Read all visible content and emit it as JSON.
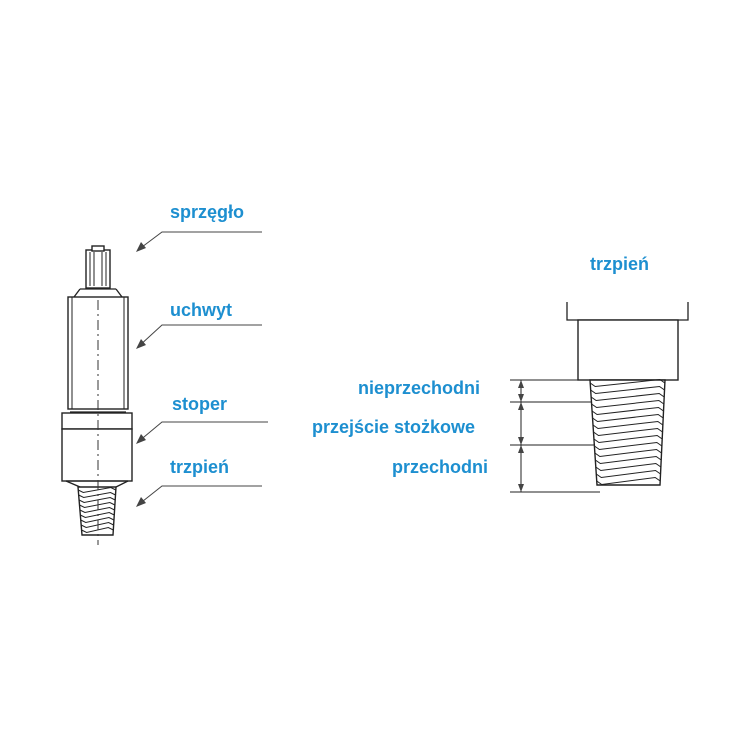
{
  "colors": {
    "label": "#1d8fd0",
    "line": "#222222"
  },
  "left_labels": {
    "coupling": "sprzęgło",
    "holder": "uchwyt",
    "stopper": "stoper",
    "pin": "trzpień"
  },
  "right_labels": {
    "pin": "trzpień",
    "no_go": "nieprzechodni",
    "taper_transition": "przejście stożkowe",
    "go": "przechodni"
  }
}
